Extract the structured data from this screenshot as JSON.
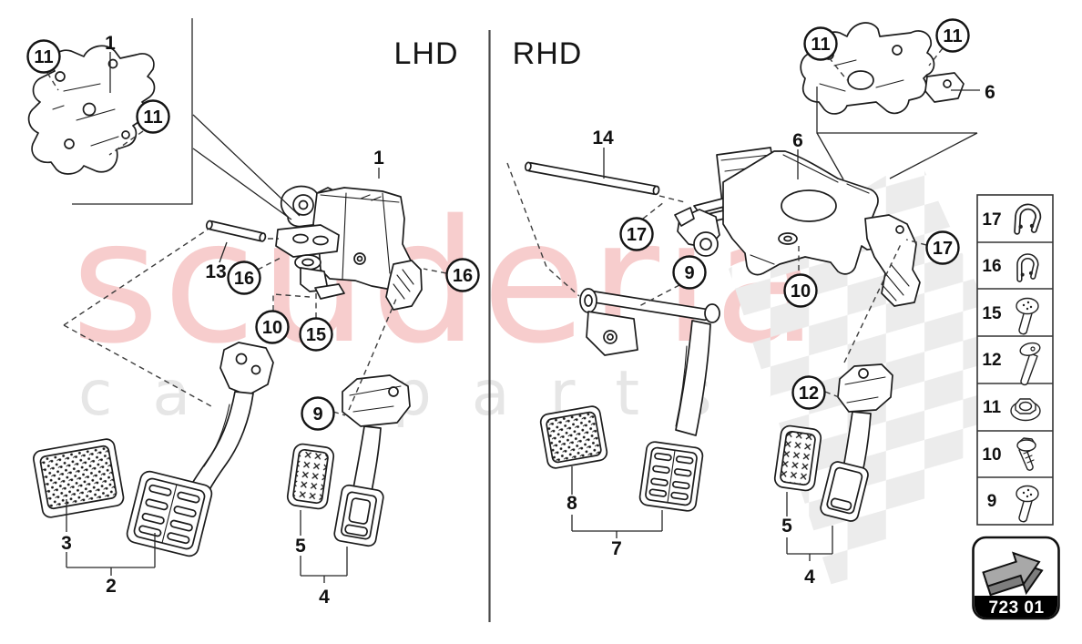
{
  "headers": {
    "left": "LHD",
    "right": "RHD"
  },
  "watermark": {
    "brand": "scuderia",
    "subtitle": "car parts",
    "brand_color": "#f7cdcd",
    "subtitle_color": "#e6e6e6",
    "checker_color": "#ececec"
  },
  "diagram": {
    "lhd": {
      "callouts": [
        {
          "n": "11"
        },
        {
          "n": "11"
        },
        {
          "n": "16"
        },
        {
          "n": "10"
        },
        {
          "n": "15"
        },
        {
          "n": "16"
        },
        {
          "n": "9"
        }
      ],
      "part_labels": [
        {
          "n": "1"
        },
        {
          "n": "1"
        },
        {
          "n": "13"
        },
        {
          "n": "3"
        },
        {
          "n": "2"
        },
        {
          "n": "5"
        },
        {
          "n": "4"
        }
      ]
    },
    "rhd": {
      "callouts": [
        {
          "n": "11"
        },
        {
          "n": "11"
        },
        {
          "n": "17"
        },
        {
          "n": "17"
        },
        {
          "n": "9"
        },
        {
          "n": "10"
        },
        {
          "n": "12"
        }
      ],
      "part_labels": [
        {
          "n": "14"
        },
        {
          "n": "6"
        },
        {
          "n": "6"
        },
        {
          "n": "8"
        },
        {
          "n": "7"
        },
        {
          "n": "5"
        },
        {
          "n": "4"
        }
      ]
    }
  },
  "sidebar": {
    "rows": [
      {
        "n": "17",
        "icon": "u-clip-icon"
      },
      {
        "n": "16",
        "icon": "u-clip-icon"
      },
      {
        "n": "15",
        "icon": "torx-screw-icon"
      },
      {
        "n": "12",
        "icon": "pan-head-screw-icon"
      },
      {
        "n": "11",
        "icon": "flange-nut-icon"
      },
      {
        "n": "10",
        "icon": "flange-bolt-icon"
      },
      {
        "n": "9",
        "icon": "torx-screw-icon"
      }
    ]
  },
  "nav_box": {
    "code": "723 01",
    "icon": "direction-arrow-icon"
  },
  "line_colors": {
    "ink": "#1c1c1c",
    "dashed": "#3c3c3c"
  }
}
